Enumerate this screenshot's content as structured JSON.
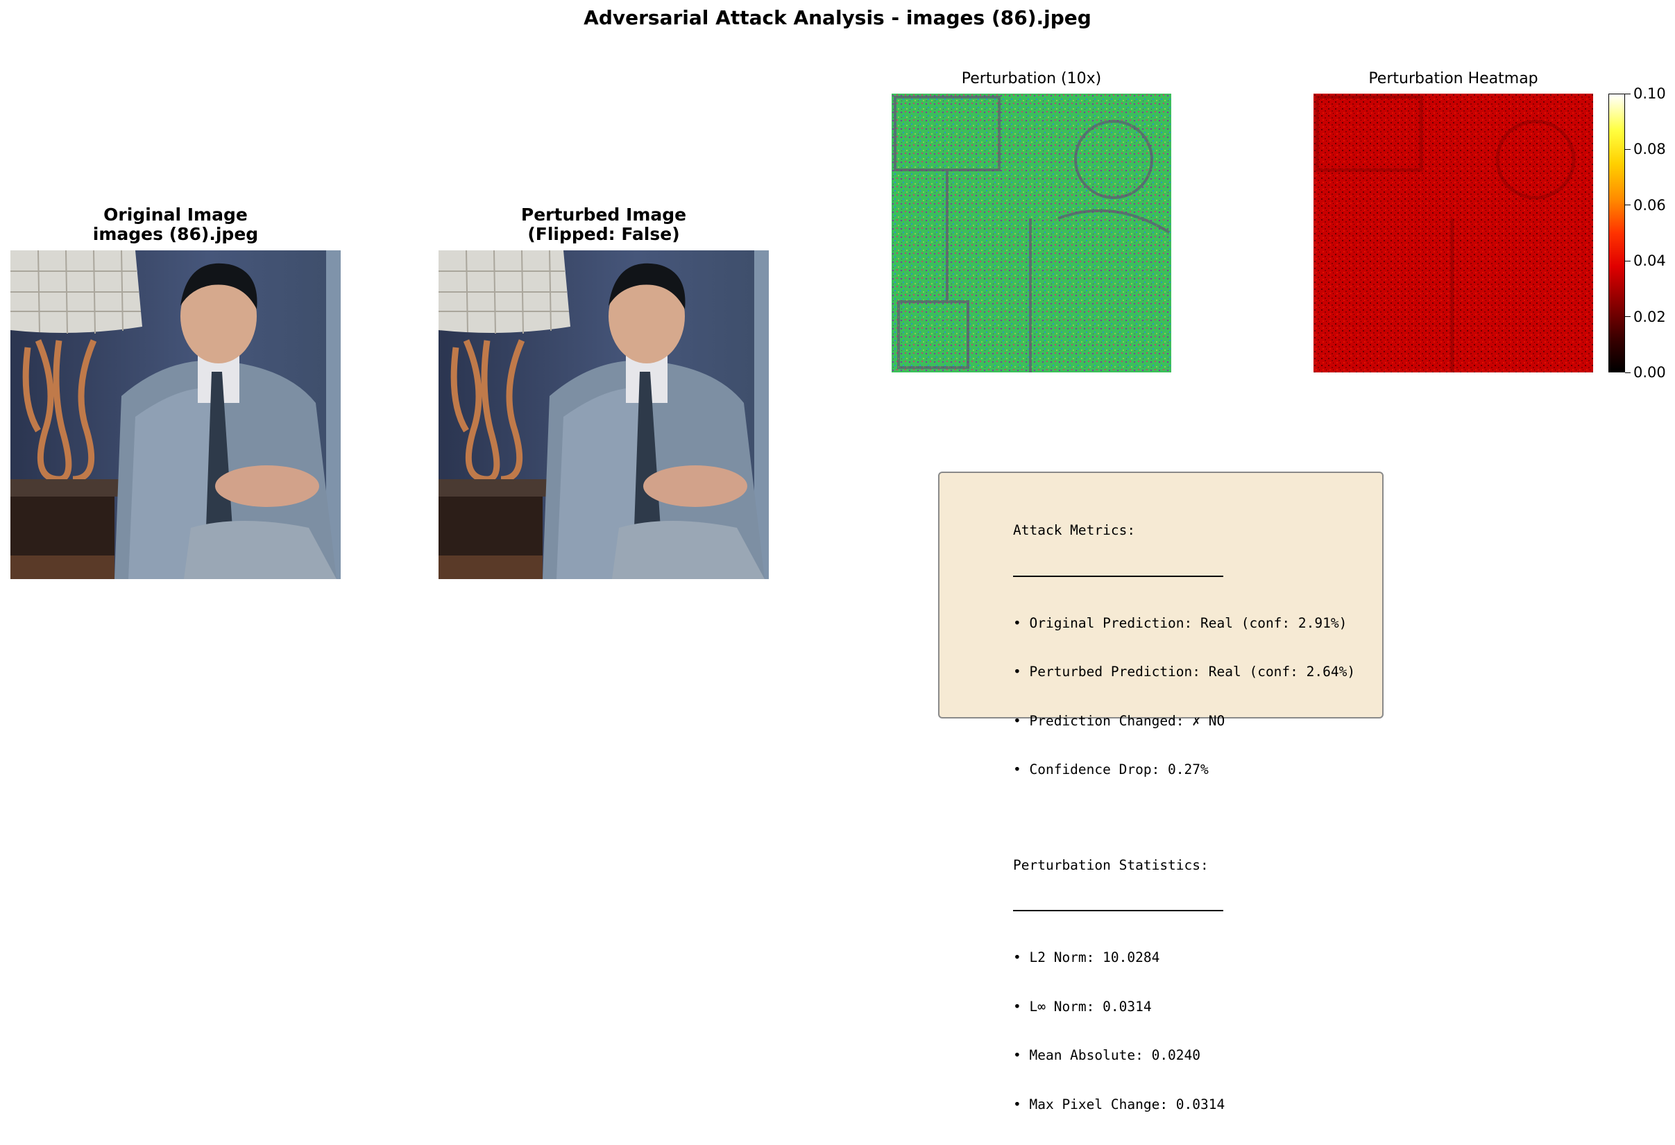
{
  "page": {
    "title": "Adversarial Attack Analysis - images (86).jpeg"
  },
  "panels": {
    "original": {
      "title_line1": "Original Image",
      "title_line2": "images (86).jpeg"
    },
    "perturbed": {
      "title_line1": "Perturbed Image",
      "title_line2": "(Flipped: False)"
    },
    "perturbation": {
      "title": "Perturbation (10x)"
    },
    "heatmap": {
      "title": "Perturbation Heatmap"
    }
  },
  "colorbar": {
    "ticks": [
      "0.00",
      "0.02",
      "0.04",
      "0.06",
      "0.08",
      "0.10"
    ],
    "range": [
      0,
      0.1
    ],
    "colormap": "hot"
  },
  "metrics": {
    "attack_header": "Attack Metrics:",
    "attack_items": [
      "• Original Prediction: Real (conf: 2.91%)",
      "• Perturbed Prediction: Real (conf: 2.64%)",
      "• Prediction Changed: ✗ NO",
      "• Confidence Drop: 0.27%"
    ],
    "stats_header": "Perturbation Statistics:",
    "stats_items": [
      "• L2 Norm: 10.0284",
      "• L∞ Norm: 0.0314",
      "• Mean Absolute: 0.0240",
      "• Max Pixel Change: 0.0314"
    ]
  },
  "colors": {
    "metrics_bg": "#f6ead4",
    "metrics_border": "#8a8a8a",
    "perturbation_green": "#3cbf5a",
    "heatmap_red": "#c80000"
  }
}
